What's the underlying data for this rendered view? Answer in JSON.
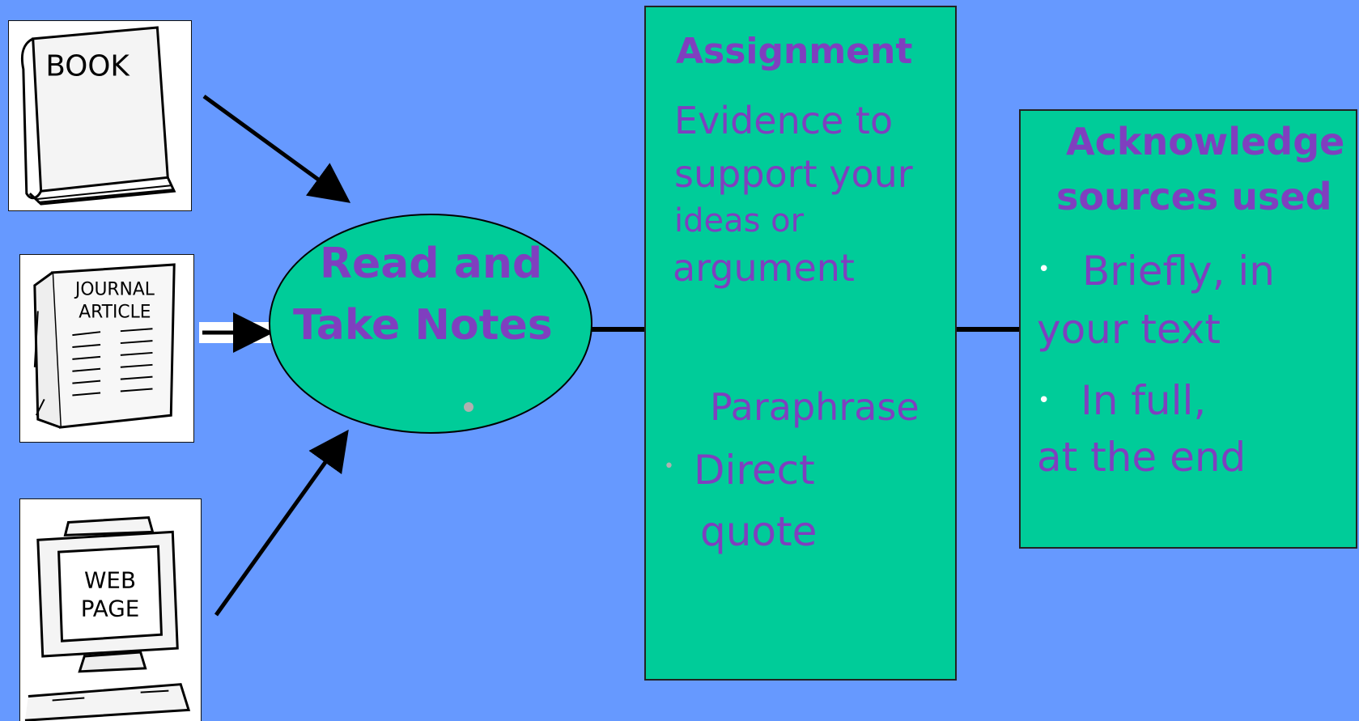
{
  "sources": {
    "book": {
      "label": "BOOK"
    },
    "journal": {
      "label_line1": "JOURNAL",
      "label_line2": "ARTICLE"
    },
    "webpage": {
      "label_line1": "WEB",
      "label_line2": "PAGE"
    }
  },
  "hub": {
    "line1": "Read and",
    "line2": "Take Notes"
  },
  "assignment": {
    "title": "Assignment",
    "evidence_line1": "Evidence to",
    "evidence_line2": "support your",
    "evidence_line3": "ideas or",
    "evidence_line4": "argument",
    "paraphrase": "Paraphrase",
    "direct_line1": "Direct",
    "direct_line2": "quote"
  },
  "acknowledge": {
    "title_line1": "Acknowledge",
    "title_line2": "sources used",
    "item1_line1": "Briefly, in",
    "item1_line2": "your text",
    "item2_line1": "In full,",
    "item2_line2": "at the end"
  },
  "bullets": {
    "grey": "•",
    "white": "•"
  },
  "colors": {
    "background": "#6699ff",
    "box_fill": "#00cc99",
    "text_purple": "#7f3fbf"
  }
}
